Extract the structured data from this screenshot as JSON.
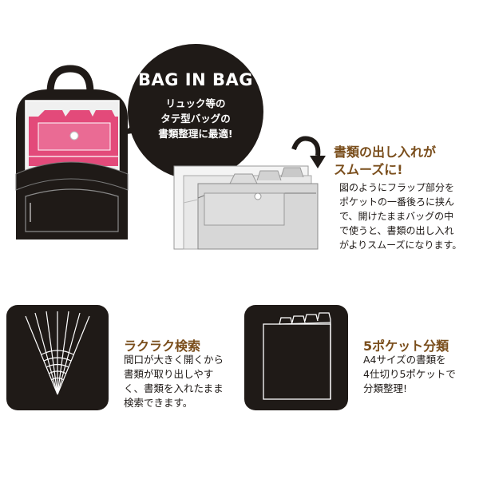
{
  "bubble": {
    "title": "BAG IN BAG",
    "lines": [
      "リュック等の",
      "タテ型バッグの",
      "書類整理に最適!"
    ]
  },
  "smooth": {
    "heading_lines": [
      "書類の出し入れが",
      "スムーズに!"
    ],
    "body_lines": [
      "図のようにフラップ部分を",
      "ポケットの一番後ろに挟ん",
      "で、開けたままバッグの中",
      "で使うと、書類の出し入れ",
      "がよりスムーズになります。"
    ]
  },
  "search": {
    "heading": "ラクラク検索",
    "body_lines": [
      "間口が大きく開くから",
      "書類が取り出しやす",
      "く、書類を入れたまま",
      "検索できます。"
    ]
  },
  "pockets": {
    "heading": "5ポケット分類",
    "body_lines": [
      "A4サイズの書類を",
      "4仕切り5ポケットで",
      "分類整理!"
    ]
  },
  "colors": {
    "dark": "#1f1a17",
    "heading_brown": "#7a4e1c",
    "pink_folder": "#e34a7a"
  },
  "icons": [
    "backpack-illustration",
    "curved-arrow-icon",
    "fan-folder-icon",
    "tabbed-folder-icon"
  ]
}
